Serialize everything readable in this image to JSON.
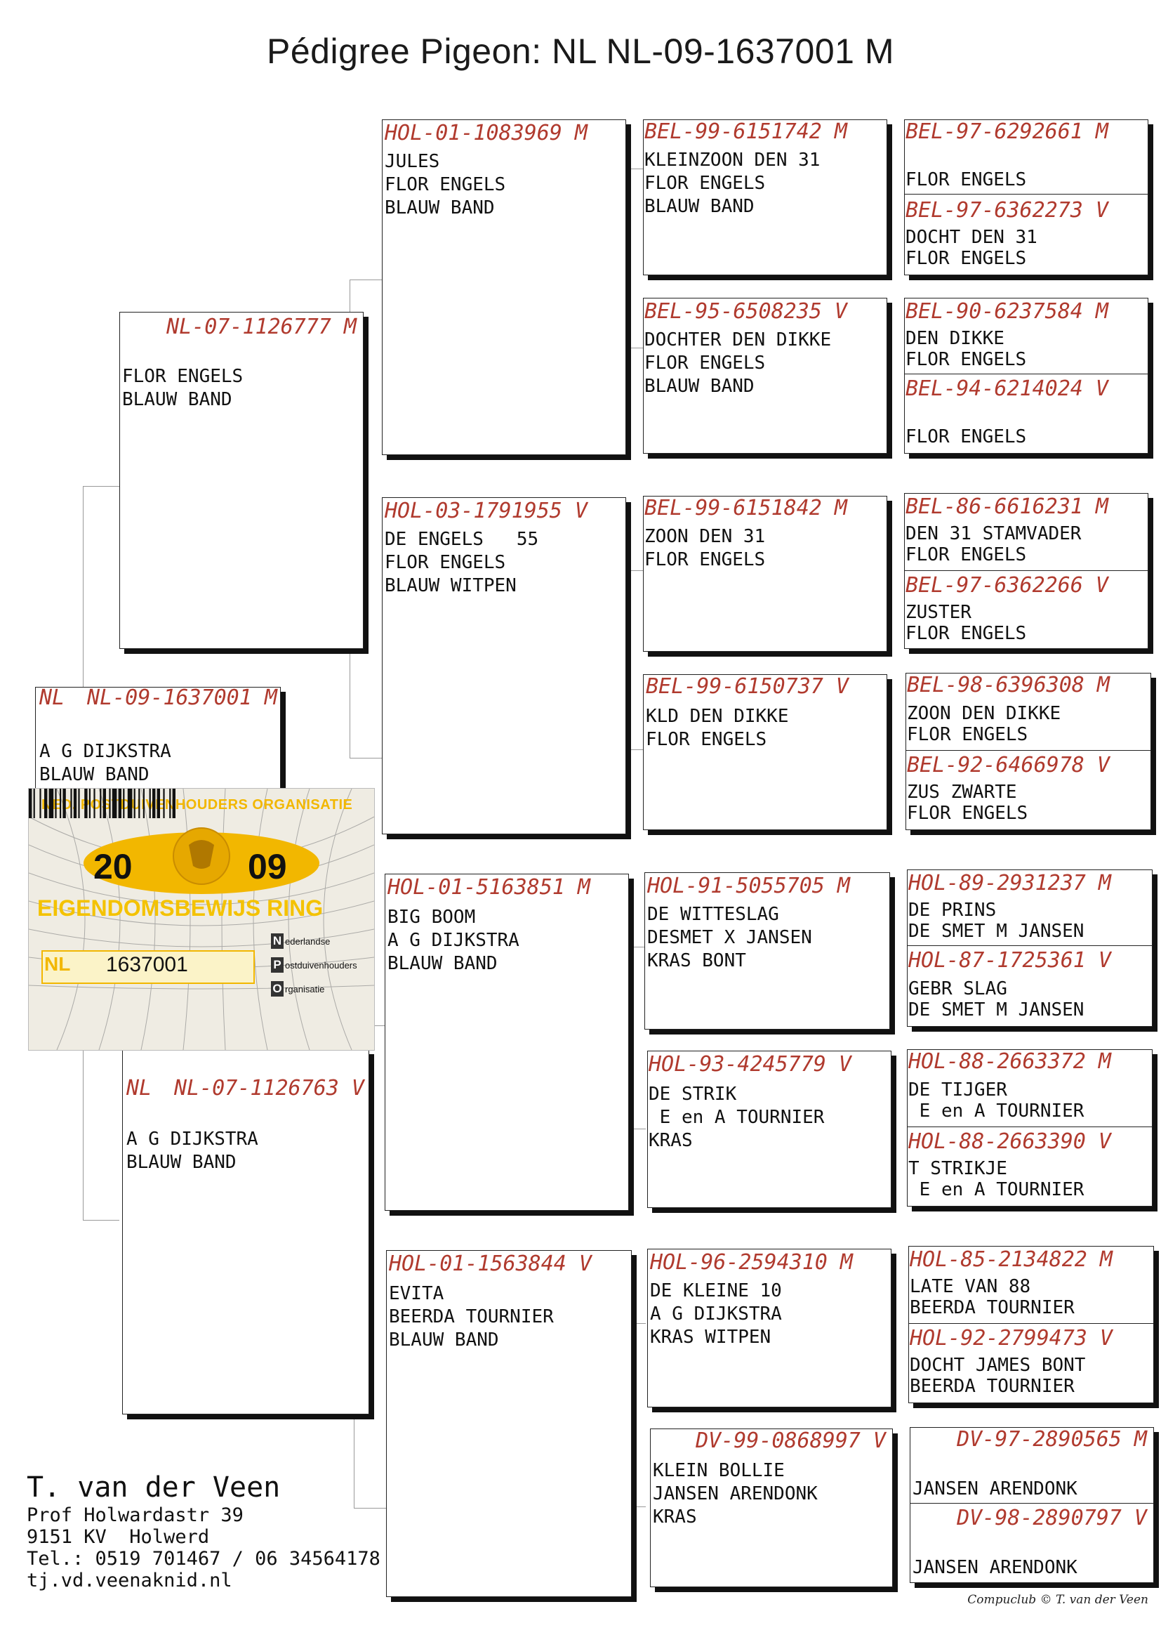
{
  "title": "Pédigree Pigeon: NL  NL-09-1637001 M",
  "subject": {
    "ring_prefix": "NL",
    "ring": "NL-09-1637001 M",
    "lines": [
      "A G DIJKSTRA",
      "BLAUW BAND"
    ]
  },
  "parents": [
    {
      "ring": "NL-07-1126777 M",
      "lines": [
        "FLOR ENGELS",
        "BLAUW BAND"
      ]
    },
    {
      "ring_prefix": "NL",
      "ring": "NL-07-1126763 V",
      "lines": [
        "A G DIJKSTRA",
        "BLAUW BAND"
      ]
    }
  ],
  "grandparents": [
    {
      "ring": "HOL-01-1083969 M",
      "lines": [
        "JULES",
        "FLOR ENGELS",
        "BLAUW BAND"
      ]
    },
    {
      "ring": "HOL-03-1791955 V",
      "lines": [
        "DE ENGELS   55",
        "FLOR ENGELS",
        "BLAUW WITPEN"
      ]
    },
    {
      "ring": "HOL-01-5163851 M",
      "lines": [
        "BIG BOOM",
        "A G DIJKSTRA",
        "BLAUW BAND"
      ]
    },
    {
      "ring": "HOL-01-1563844 V",
      "lines": [
        "EVITA",
        "BEERDA TOURNIER",
        "BLAUW BAND"
      ]
    }
  ],
  "great_grandparents": [
    {
      "ring": "BEL-99-6151742 M",
      "lines": [
        "KLEINZOON DEN 31",
        "FLOR ENGELS",
        "BLAUW BAND"
      ]
    },
    {
      "ring": "BEL-95-6508235 V",
      "lines": [
        "DOCHTER DEN DIKKE",
        "FLOR ENGELS",
        "BLAUW BAND"
      ]
    },
    {
      "ring": "BEL-99-6151842 M",
      "lines": [
        "ZOON DEN 31",
        "FLOR ENGELS"
      ]
    },
    {
      "ring": "BEL-99-6150737 V",
      "lines": [
        "KLD DEN DIKKE",
        "FLOR ENGELS"
      ]
    },
    {
      "ring": "HOL-91-5055705 M",
      "lines": [
        "DE WITTESLAG",
        "DESMET X JANSEN",
        "KRAS BONT"
      ]
    },
    {
      "ring": "HOL-93-4245779 V",
      "lines": [
        "DE STRIK",
        " E en A TOURNIER",
        "KRAS"
      ]
    },
    {
      "ring": "HOL-96-2594310 M",
      "lines": [
        "DE KLEINE 10",
        "A G DIJKSTRA",
        "KRAS WITPEN"
      ]
    },
    {
      "ring": "DV-99-0868997 V",
      "lines": [
        "KLEIN BOLLIE",
        "JANSEN ARENDONK",
        "KRAS"
      ]
    }
  ],
  "gg_grandparents": [
    {
      "ring": "BEL-97-6292661 M",
      "lines": [
        "",
        "FLOR ENGELS"
      ]
    },
    {
      "ring": "BEL-97-6362273 V",
      "lines": [
        "DOCHT DEN 31",
        "FLOR ENGELS"
      ]
    },
    {
      "ring": "BEL-90-6237584 M",
      "lines": [
        "DEN DIKKE",
        "FLOR ENGELS"
      ]
    },
    {
      "ring": "BEL-94-6214024 V",
      "lines": [
        "",
        "FLOR ENGELS"
      ]
    },
    {
      "ring": "BEL-86-6616231 M",
      "lines": [
        "DEN 31 STAMVADER",
        "FLOR ENGELS"
      ]
    },
    {
      "ring": "BEL-97-6362266 V",
      "lines": [
        "ZUSTER",
        "FLOR ENGELS"
      ]
    },
    {
      "ring": "BEL-98-6396308 M",
      "lines": [
        "ZOON DEN DIKKE",
        "FLOR ENGELS"
      ]
    },
    {
      "ring": "BEL-92-6466978 V",
      "lines": [
        "ZUS ZWARTE",
        "FLOR ENGELS"
      ]
    },
    {
      "ring": "HOL-89-2931237 M",
      "lines": [
        "DE PRINS",
        "DE SMET M JANSEN"
      ]
    },
    {
      "ring": "HOL-87-1725361 V",
      "lines": [
        "GEBR SLAG",
        "DE SMET M JANSEN"
      ]
    },
    {
      "ring": "HOL-88-2663372 M",
      "lines": [
        "DE TIJGER",
        " E en A TOURNIER"
      ]
    },
    {
      "ring": "HOL-88-2663390 V",
      "lines": [
        "T STRIKJE",
        " E en A TOURNIER"
      ]
    },
    {
      "ring": "HOL-85-2134822 M",
      "lines": [
        "LATE VAN 88",
        "BEERDA TOURNIER"
      ]
    },
    {
      "ring": "HOL-92-2799473 V",
      "lines": [
        "DOCHT JAMES BONT",
        "BEERDA TOURNIER"
      ]
    },
    {
      "ring": "DV-97-2890565 M",
      "lines": [
        "",
        "JANSEN ARENDONK"
      ]
    },
    {
      "ring": "DV-98-2890797 V",
      "lines": [
        "",
        "JANSEN ARENDONK"
      ]
    }
  ],
  "owner": {
    "name": "T. van der Veen",
    "address": "Prof Holwardastr 39",
    "city": "9151 KV  Holwerd",
    "phone": "Tel.: 0519 701467 / 06 34564178",
    "web": "tj.vd.veenaknid.nl"
  },
  "credit": "Compuclub © T. van der Veen",
  "sticker": {
    "org": "NED. POSTDUIVENHOUDERS ORGANISATIE",
    "year_left": "20",
    "year_right": "09",
    "type": "EIGENDOMSBEWIJS  RING",
    "country": "NL",
    "number": "1637001",
    "npo_lines": [
      "ederlandse",
      "ostduivenhouders",
      "rganisatie"
    ],
    "accent": "#f2b700"
  },
  "colors": {
    "ring": "#b03a2e",
    "text": "#111111"
  }
}
